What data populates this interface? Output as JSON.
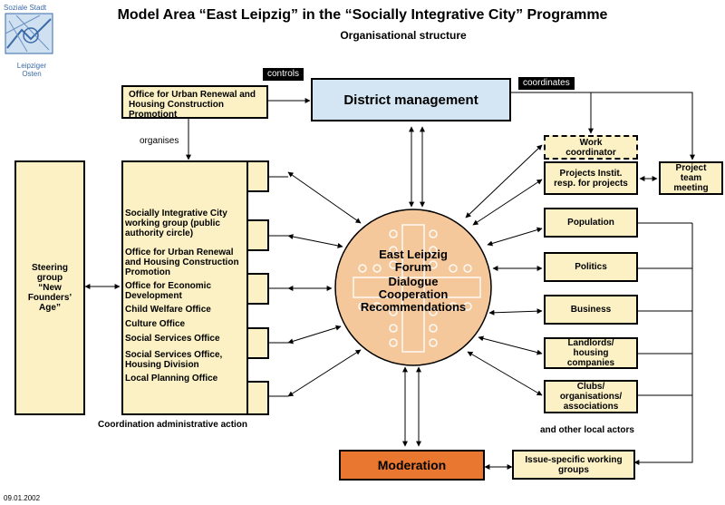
{
  "header": {
    "title": "Model Area “East Leipzig” in the “Socially Integrative City” Programme",
    "subtitle": "Organisational structure"
  },
  "logo": {
    "line1": "Soziale Stadt",
    "line2": "Leipziger",
    "line3": "Osten"
  },
  "tags": {
    "controls": "controls",
    "coordinates": "coordinates",
    "organises": "organises"
  },
  "boxes": {
    "urban_renewal_office": "Office for Urban Renewal and Housing Construction Promotiont",
    "district_management": "District management",
    "work_coordinator": "Work coordinator",
    "projects": "Projects Instit. resp. for projects",
    "project_team_meeting": "Project team meeting",
    "steering_group": "Steering group “New Founders’ Age”",
    "moderation": "Moderation",
    "issue_groups": "Issue-specific working groups"
  },
  "authority_members": [
    "Socially Integrative City working group (public authority circle)",
    "Office for Urban Renewal and Housing Construction Promotion",
    "Office for Economic Development",
    "Child Welfare Office",
    "Culture Office",
    "Social Services Office",
    "Social Services Office, Housing Division",
    "Local Planning Office"
  ],
  "authority_caption": "Coordination administrative action",
  "forum": {
    "line1": "East Leipzig",
    "line2": "Forum",
    "line3": "Dialogue",
    "line4": "Cooperation",
    "line5": "Recommendations"
  },
  "actors": [
    "Population",
    "Politics",
    "Business",
    "Landlords/ housing companies",
    "Clubs/ organisations/ associations"
  ],
  "other_actors": "and other local actors",
  "date": "09.01.2002",
  "colors": {
    "box_fill": "#fbf1c4",
    "district_fill": "#d4e6f3",
    "moderation_fill": "#e9772f",
    "forum_fill": "#f5c89c"
  }
}
